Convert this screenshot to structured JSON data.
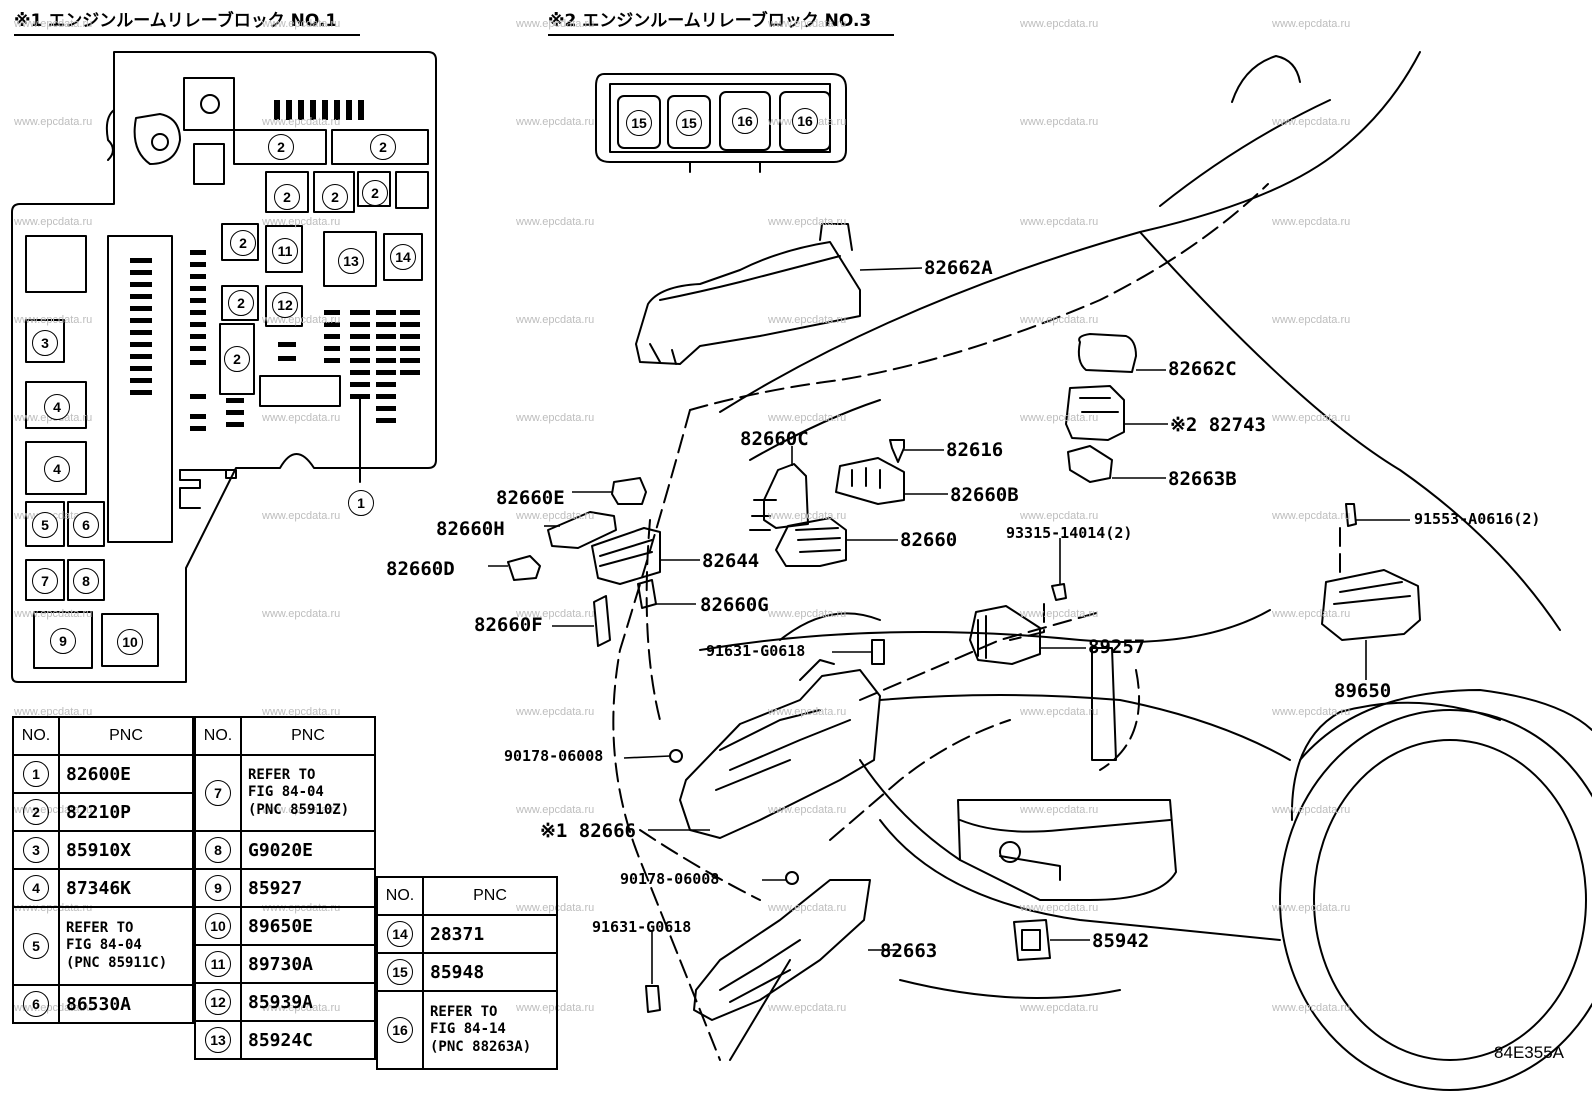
{
  "headers": {
    "block1": "※1 エンジンルームリレーブロック NO.1",
    "block3": "※2 エンジンルームリレーブロック NO.3"
  },
  "watermark": "www.epcdata.ru",
  "figure_code": "84E355A",
  "part_labels": {
    "p82662A": "82662A",
    "p82662C": "82662C",
    "p82743": "※2 82743",
    "p82616": "82616",
    "p82663B": "82663B",
    "p82660C": "82660C",
    "p82660B": "82660B",
    "p82660E": "82660E",
    "p82660H": "82660H",
    "p82660": "82660",
    "p82660D": "82660D",
    "p82644": "82644",
    "p82660G": "82660G",
    "p82660F": "82660F",
    "p93315": "93315-14014(2)",
    "p91553": "91553-A0616(2)",
    "p91631a": "91631-G0618",
    "p89257": "89257",
    "p89650": "89650",
    "p90178a": "90178-06008",
    "p82666": "※1 82666",
    "p90178b": "90178-06008",
    "p91631b": "91631-G0618",
    "p82663": "82663",
    "p85942": "85942"
  },
  "relay1_numbers": [
    "2",
    "2",
    "2",
    "2",
    "2",
    "2",
    "11",
    "13",
    "14",
    "2",
    "12",
    "2",
    "3",
    "4",
    "4",
    "5",
    "6",
    "7",
    "8",
    "9",
    "10",
    "1"
  ],
  "relay3_numbers": [
    "15",
    "15",
    "16",
    "16"
  ],
  "table_headers": {
    "no": "NO.",
    "pnc": "PNC"
  },
  "table1": [
    {
      "no": "1",
      "pnc": "82600E"
    },
    {
      "no": "2",
      "pnc": "82210P"
    },
    {
      "no": "3",
      "pnc": "85910X"
    },
    {
      "no": "4",
      "pnc": "87346K"
    },
    {
      "no": "5",
      "pnc_lines": [
        "REFER TO",
        "FIG 84-04",
        "(PNC 85911C)"
      ]
    },
    {
      "no": "6",
      "pnc": "86530A"
    }
  ],
  "table2": [
    {
      "no": "7",
      "pnc_lines": [
        "REFER TO",
        "FIG 84-04",
        "(PNC 85910Z)"
      ]
    },
    {
      "no": "8",
      "pnc": "G9020E"
    },
    {
      "no": "9",
      "pnc": "85927"
    },
    {
      "no": "10",
      "pnc": "89650E"
    },
    {
      "no": "11",
      "pnc": "89730A"
    },
    {
      "no": "12",
      "pnc": "85939A"
    },
    {
      "no": "13",
      "pnc": "85924C"
    }
  ],
  "table3": [
    {
      "no": "14",
      "pnc": "28371"
    },
    {
      "no": "15",
      "pnc": "85948"
    },
    {
      "no": "16",
      "pnc_lines": [
        "REFER TO",
        "FIG 84-14",
        "(PNC 88263A)"
      ]
    }
  ]
}
